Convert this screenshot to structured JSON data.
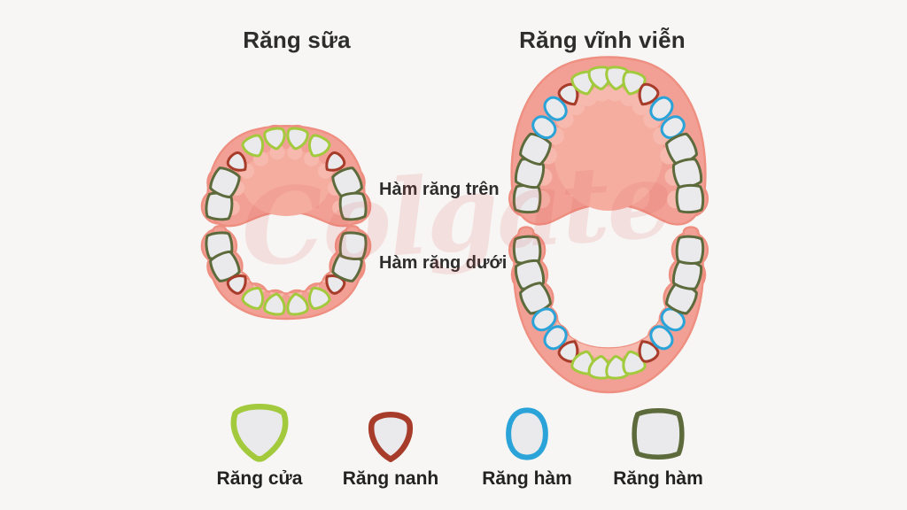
{
  "titles": {
    "baby": "Răng sữa",
    "permanent": "Răng vĩnh viễn"
  },
  "jaw_labels": {
    "upper": "Hàm răng trên",
    "lower": "Hàm răng dưới"
  },
  "watermark": "Colgate",
  "colors": {
    "incisor": "#a3c93d",
    "canine": "#a73c2b",
    "premolar": "#2aa4d8",
    "molar": "#5d6b3c",
    "tooth_fill": "#eae9ec",
    "gum": "#f2a095",
    "gum_edge": "#ee8f81",
    "gum_highlight": "#f5ada0",
    "gum_scallop": "#f7b9ad",
    "background": "#f7f6f4",
    "text": "#2d2d2d",
    "watermark_color": "#e05555"
  },
  "legend": [
    {
      "label": "Răng cửa",
      "type": "incisor",
      "color": "#a3c93d"
    },
    {
      "label": "Răng nanh",
      "type": "canine",
      "color": "#a73c2b"
    },
    {
      "label": "Răng hàm",
      "type": "premolar",
      "color": "#2aa4d8"
    },
    {
      "label": "Răng hàm",
      "type": "molar",
      "color": "#5d6b3c"
    }
  ],
  "teeth": {
    "baby_count_per_jaw": 10,
    "permanent_count_per_jaw": 16,
    "baby_sequence": [
      "molar",
      "molar",
      "canine",
      "incisor",
      "incisor",
      "incisor",
      "incisor",
      "canine",
      "molar",
      "molar"
    ],
    "permanent_sequence": [
      "molar",
      "molar",
      "molar",
      "premolar",
      "premolar",
      "canine",
      "incisor",
      "incisor",
      "incisor",
      "incisor",
      "canine",
      "premolar",
      "premolar",
      "molar",
      "molar",
      "molar"
    ]
  }
}
